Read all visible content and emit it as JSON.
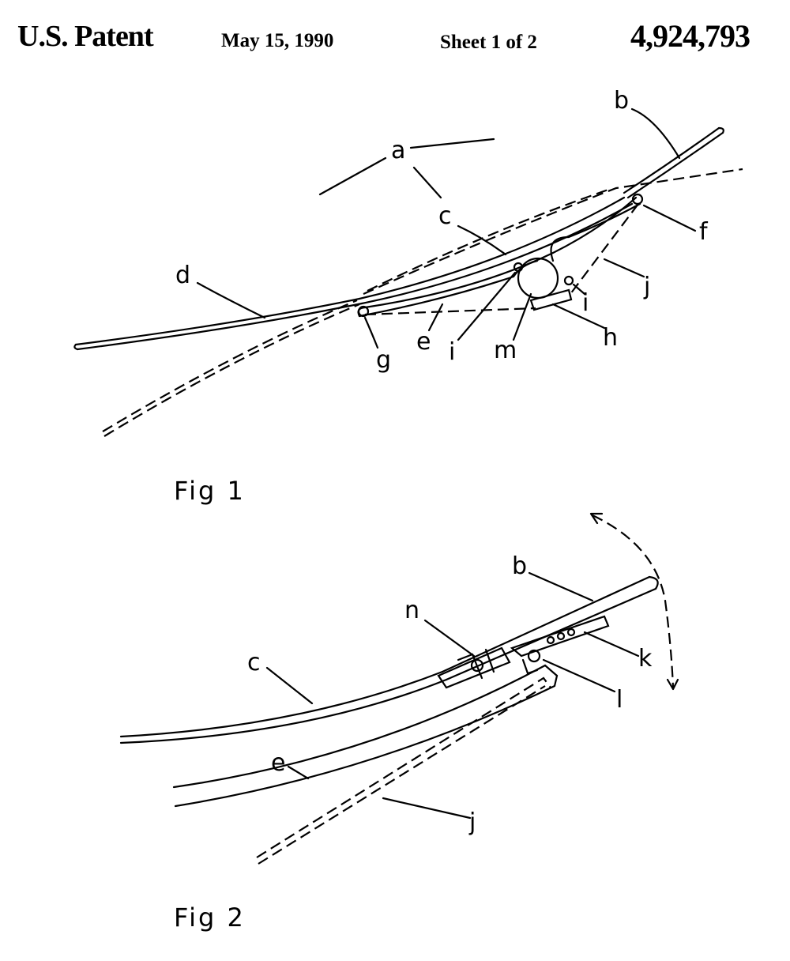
{
  "header": {
    "title": "U.S. Patent",
    "date": "May 15, 1990",
    "sheet": "Sheet 1 of 2",
    "patent_number": "4,924,793"
  },
  "figure1": {
    "caption": "Fig 1",
    "labels": {
      "a": "a",
      "b": "b",
      "c": "c",
      "d": "d",
      "e": "e",
      "f": "f",
      "g": "g",
      "h": "h",
      "i1": "i",
      "i2": "i",
      "j": "j",
      "m": "m"
    }
  },
  "figure2": {
    "caption": "Fig 2",
    "labels": {
      "n": "n",
      "b": "b",
      "k": "k",
      "l": "l",
      "c": "c",
      "e": "e",
      "j": "j"
    }
  }
}
